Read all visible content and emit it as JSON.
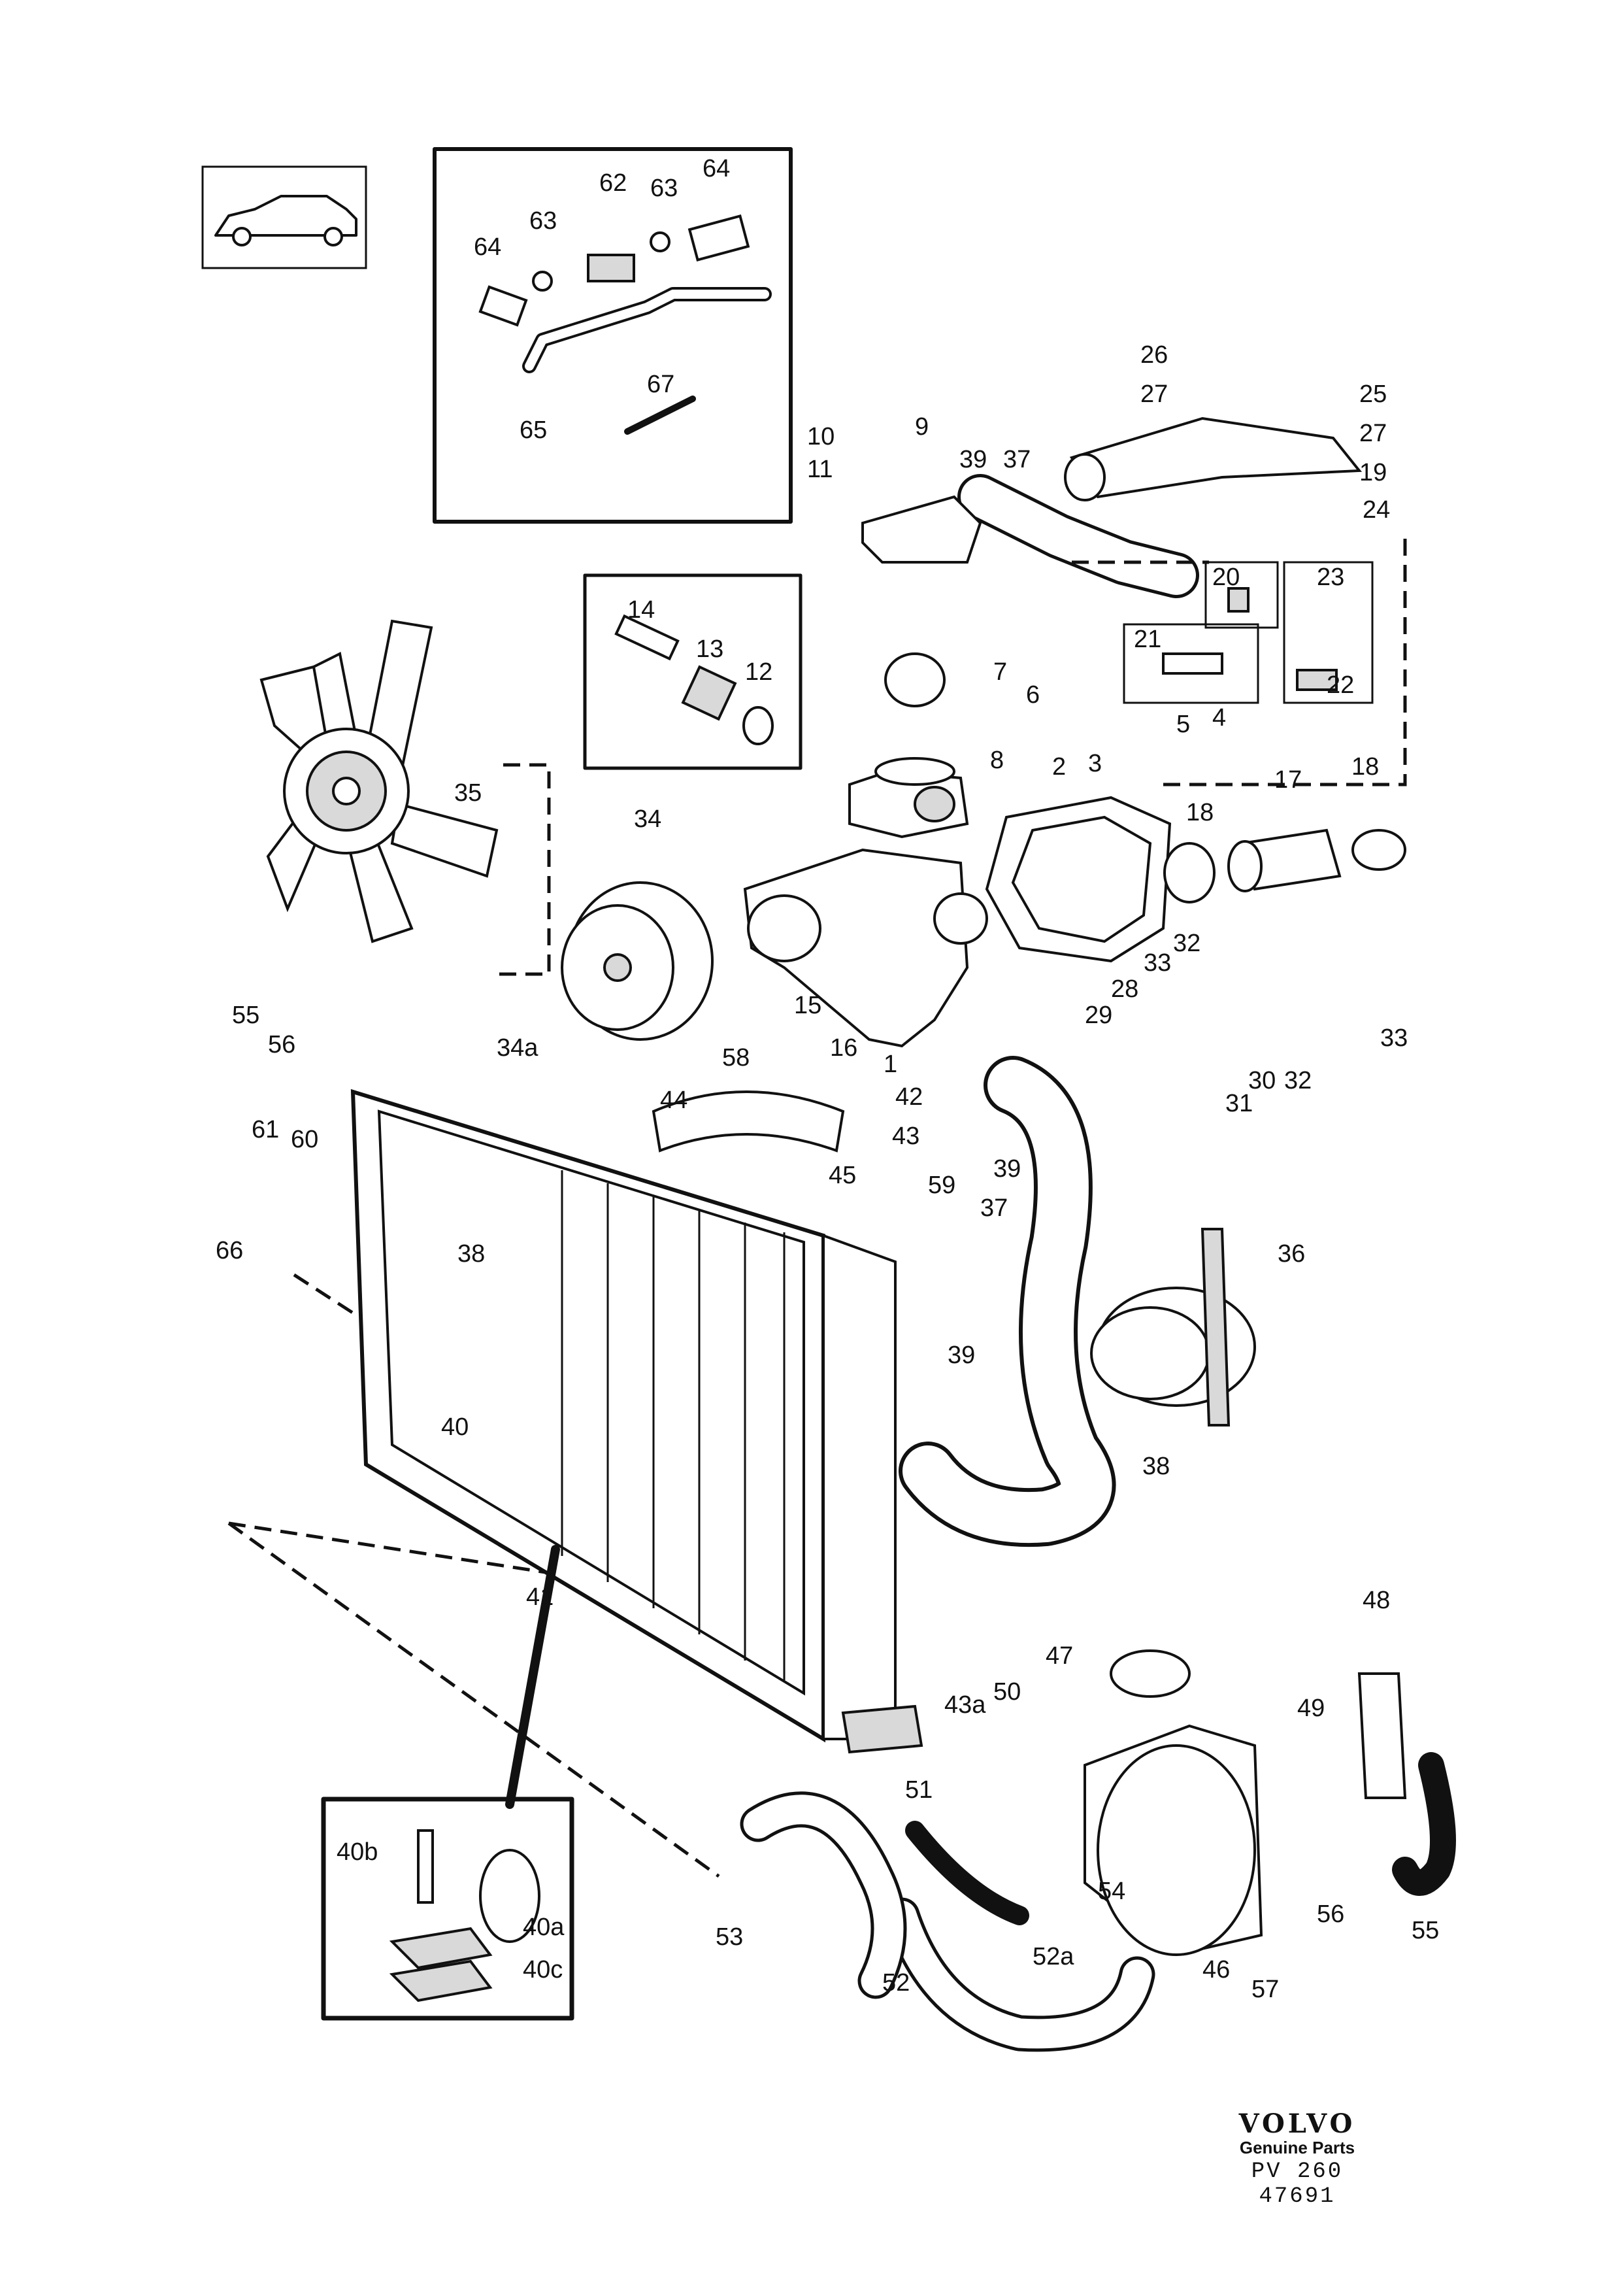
{
  "callouts": {
    "c1": "1",
    "c2": "2",
    "c3": "3",
    "c4": "4",
    "c5": "5",
    "c6": "6",
    "c7": "7",
    "c8": "8",
    "c9": "9",
    "c10": "10",
    "c11": "11",
    "c12": "12",
    "c13": "13",
    "c14": "14",
    "c15": "15",
    "c16": "16",
    "c17": "17",
    "c18a": "18",
    "c18b": "18",
    "c19": "19",
    "c20": "20",
    "c21": "21",
    "c22": "22",
    "c23": "23",
    "c24": "24",
    "c25": "25",
    "c26": "26",
    "c27a": "27",
    "c27b": "27",
    "c28": "28",
    "c29": "29",
    "c30": "30",
    "c31": "31",
    "c32a": "32",
    "c32b": "32",
    "c33a": "33",
    "c33b": "33",
    "c34": "34",
    "c34a": "34a",
    "c35": "35",
    "c36": "36",
    "c37a": "37",
    "c37b": "37",
    "c38a": "38",
    "c38b": "38",
    "c39a": "39",
    "c39b": "39",
    "c39c": "39",
    "c40": "40",
    "c40a": "40a",
    "c40b": "40b",
    "c40c": "40c",
    "c41": "41",
    "c42": "42",
    "c43": "43",
    "c43a": "43a",
    "c44": "44",
    "c45": "45",
    "c46": "46",
    "c47": "47",
    "c48": "48",
    "c49": "49",
    "c50": "50",
    "c51": "51",
    "c52": "52",
    "c52a": "52a",
    "c53": "53",
    "c54": "54",
    "c55a": "55",
    "c55b": "55",
    "c56a": "56",
    "c56b": "56",
    "c57": "57",
    "c58": "58",
    "c59": "59",
    "c60": "60",
    "c61": "61",
    "c62": "62",
    "c63a": "63",
    "c63b": "63",
    "c64a": "64",
    "c64b": "64",
    "c65": "65",
    "c66": "66",
    "c67": "67"
  },
  "brand": {
    "logo": "VOLVO",
    "subtitle": "Genuine Parts",
    "code": "PV  260 47691"
  }
}
